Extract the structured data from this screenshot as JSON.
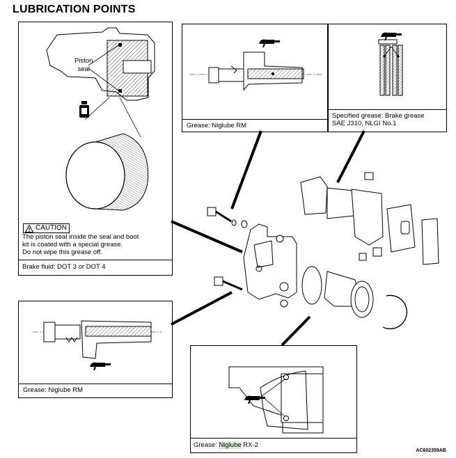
{
  "page": {
    "title": "LUBRICATION POINTS",
    "figure_code": "AC602359AB"
  },
  "panels": {
    "piston": {
      "piston_seal_label_1": "Piston",
      "piston_seal_label_2": "seal",
      "caution_label": "CAUTION",
      "caution_line_1": "The piston seal inside the seal and boot",
      "caution_line_2": "kit is coated with a special grease.",
      "caution_line_3": "Do not wipe this grease off.",
      "caption": "Brake fluid: DOT 3 or DOT 4"
    },
    "guide_pin_top": {
      "caption": "Grease: Niglube RM"
    },
    "pads": {
      "caption_line_1": "Specified grease: Brake grease",
      "caption_line_2": "SAE J310, NLGI No.1"
    },
    "guide_pin_left": {
      "caption": "Grease: Niglube RM"
    },
    "bracket": {
      "caption_prefix": "Grease: ",
      "caption_highlight": "Niglube",
      "caption_suffix": " RX-2"
    }
  },
  "icons": [
    "grease-gun-icon",
    "brake-fluid-bottle-icon",
    "caution-triangle-icon"
  ]
}
